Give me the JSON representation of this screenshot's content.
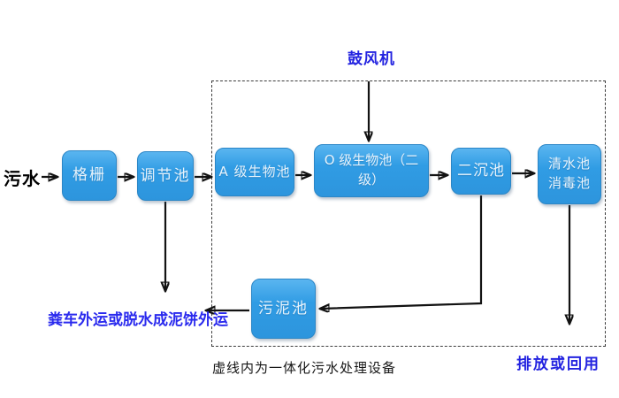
{
  "diagram": {
    "type": "process-flowchart",
    "labels": {
      "influent": "污水",
      "blower": "鼓风机",
      "sludge_disposal": "粪车外运或脱水成泥饼外运",
      "dashed_box_caption": "虚线内为一体化污水处理设备",
      "discharge": "排放或回用"
    },
    "nodes": {
      "bar_screen": "格栅",
      "regulating_tank": "调节池",
      "a_bio_tank": "A 级生物池",
      "o_bio_tank": "O 级生物池（二级）",
      "secondary_clarifier": "二沉池",
      "clear_water_tank": "清水池",
      "disinfection_tank": "消毒池",
      "sludge_tank": "污泥池"
    },
    "flow": [
      "污水 → 格栅 → 调节池 → A 级生物池 → O 级生物池（二级） → 二沉池 → 清水池/消毒池 → 排放或回用",
      "鼓风机 → O 级生物池（二级）",
      "调节池 → 粪车外运或脱水成泥饼外运",
      "二沉池 → 污泥池 → 粪车外运或脱水成泥饼外运"
    ],
    "colors": {
      "node_fill": "#309ce4",
      "node_fill_highlight": "#5ab5f0",
      "node_border": "#2b86c6",
      "node_text": "#e7f3fc",
      "accent_blue_text": "#2323e0",
      "arrow": "#121212",
      "dashed_border": "#3c3c3c",
      "background": "#ffffff"
    }
  }
}
